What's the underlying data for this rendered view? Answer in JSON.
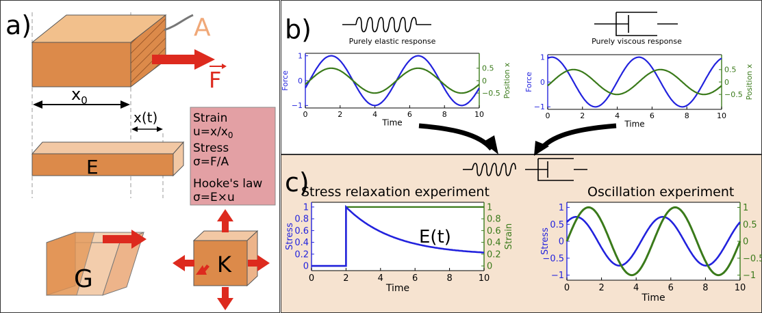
{
  "panel_a": {
    "label": "a)",
    "area_label": "A",
    "force_label": "F",
    "x0_label": "x",
    "x0_sub": "0",
    "xt_label": "x(t)",
    "modulus_E": "E",
    "modulus_G": "G",
    "modulus_K": "K",
    "box": {
      "strain_title": "Strain",
      "strain_eq": "u=x/x",
      "strain_sub": "0",
      "stress_title": "Stress",
      "stress_eq": "σ=F/A",
      "hooke_title": "Hooke's law",
      "hooke_eq": "σ=E×u"
    }
  },
  "panel_b": {
    "label": "b)",
    "elastic": {
      "title": "Purely elastic response",
      "x_label": "Time",
      "y_label": "Force",
      "y2_label": "Position x",
      "xticks": [
        "0",
        "2",
        "4",
        "6",
        "8",
        "10"
      ],
      "yticks": [
        "1",
        "0",
        "−1"
      ],
      "y2ticks": [
        "0.5",
        "0",
        "−0.5"
      ]
    },
    "viscous": {
      "title": "Purely viscous response",
      "x_label": "Time",
      "y_label": "Force",
      "y2_label": "Position x",
      "xticks": [
        "0",
        "2",
        "4",
        "6",
        "8",
        "10"
      ],
      "yticks": [
        "1",
        "0",
        "−1"
      ],
      "y2ticks": [
        "0.5",
        "0",
        "−0.5"
      ]
    }
  },
  "panel_c": {
    "label": "c)",
    "relax": {
      "title": "Stress relaxation experiment",
      "x_label": "Time",
      "y_label": "Stress",
      "y2_label": "Strain",
      "curve_label": "E(t)",
      "xticks": [
        "0",
        "2",
        "4",
        "6",
        "8",
        "10"
      ],
      "yticks": [
        "1",
        "0.8",
        "0.6",
        "0.4",
        "0.2",
        "0"
      ],
      "y2ticks": [
        "1",
        "0.8",
        "0.6",
        "0.4",
        "0.2",
        "0"
      ]
    },
    "osc": {
      "title": "Oscillation experiment",
      "x_label": "Time",
      "y_label": "Stress",
      "y2_label": "Strain",
      "xticks": [
        "0",
        "2",
        "4",
        "6",
        "8",
        "10"
      ],
      "yticks": [
        "1",
        "0.5",
        "0",
        "−0.5",
        "−1"
      ],
      "y2ticks": [
        "1",
        "0.5",
        "0",
        "−0.5",
        "−1"
      ]
    }
  },
  "colors": {
    "stress": "#2222dd",
    "strain": "#3a7a1a",
    "arrow": "#dd2a1e",
    "block": "#dc8a4a",
    "note_box": "#e3a0a4",
    "panel_c_bg": "#f6e3d0"
  },
  "chart_data": [
    {
      "type": "line",
      "series": [
        {
          "values_fn": "sin(2*pi*t/5 - 0.3)",
          "amplitude": 1
        },
        {
          "values_fn": "0.5*sin(2*pi*t/5 - 0.3)",
          "amplitude": 0.5
        }
      ],
      "x_range": [
        0,
        10
      ],
      "xlabel": "Time",
      "ylabel": "Force",
      "y2label": "Position x"
    },
    {
      "type": "line",
      "series": [
        {
          "values_fn": "cos(2*pi*t/5 - 0.3)",
          "amplitude": 1
        },
        {
          "values_fn": "0.5*sin(2*pi*t/5 - 0.3)",
          "amplitude": 0.5
        }
      ],
      "x_range": [
        0,
        10
      ],
      "xlabel": "Time",
      "ylabel": "Force",
      "y2label": "Position x"
    },
    {
      "type": "line",
      "series": [
        {
          "name": "Stress",
          "x": [
            0,
            2,
            2,
            4,
            6,
            8,
            10
          ],
          "values": [
            0,
            0,
            1,
            0.61,
            0.4,
            0.28,
            0.21
          ]
        },
        {
          "name": "Strain",
          "x": [
            0,
            2,
            2,
            10
          ],
          "values": [
            0,
            0,
            1,
            1
          ]
        }
      ],
      "xlabel": "Time",
      "ylabel": "Stress",
      "y2label": "Strain",
      "ylim": [
        0,
        1
      ]
    },
    {
      "type": "line",
      "series": [
        {
          "name": "Stress",
          "values_fn": "0.72*sin(2*pi*t/5 + 0.9)"
        },
        {
          "name": "Strain",
          "values_fn": "sin(2*pi*t/5)"
        }
      ],
      "x_range": [
        0,
        10
      ],
      "xlabel": "Time",
      "ylabel": "Stress",
      "y2label": "Strain",
      "ylim": [
        -1,
        1
      ]
    }
  ]
}
